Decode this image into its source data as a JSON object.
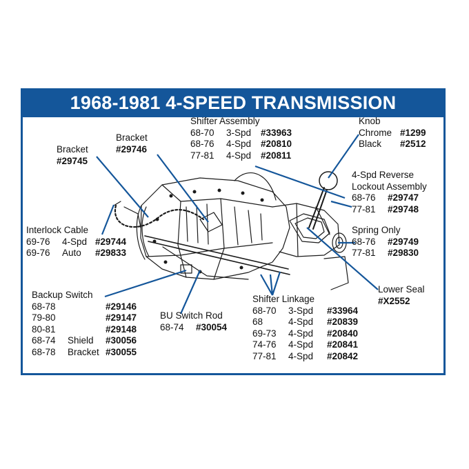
{
  "title": "1968-1981 4-SPEED TRANSMISSION",
  "colors": {
    "frame": "#14569a",
    "leader": "#14569a",
    "ink": "#111111"
  },
  "callouts": {
    "bracket_left": {
      "label": "Bracket",
      "part": "#29745"
    },
    "bracket_mid": {
      "label": "Bracket",
      "part": "#29746"
    },
    "shifter_assembly": {
      "label": "Shifter Assembly",
      "rows": [
        {
          "years": "68-70",
          "type": "3-Spd",
          "part": "#33963"
        },
        {
          "years": "68-76",
          "type": "4-Spd",
          "part": "#20810"
        },
        {
          "years": "77-81",
          "type": "4-Spd",
          "part": "#20811"
        }
      ]
    },
    "knob": {
      "label": "Knob",
      "rows": [
        {
          "type": "Chrome",
          "part": "#1299"
        },
        {
          "type": "Black",
          "part": "#2512"
        }
      ]
    },
    "reverse_lockout": {
      "label_1": "4-Spd Reverse",
      "label_2": "Lockout Assembly",
      "rows": [
        {
          "years": "68-76",
          "part": "#29747"
        },
        {
          "years": "77-81",
          "part": "#29748"
        }
      ]
    },
    "spring": {
      "label": "Spring Only",
      "rows": [
        {
          "years": "68-76",
          "part": "#29749"
        },
        {
          "years": "77-81",
          "part": "#29830"
        }
      ]
    },
    "interlock_cable": {
      "label": "Interlock Cable",
      "rows": [
        {
          "years": "69-76",
          "type": "4-Spd",
          "part": "#29744"
        },
        {
          "years": "69-76",
          "type": "Auto",
          "part": "#29833"
        }
      ]
    },
    "lower_seal": {
      "label": "Lower Seal",
      "part": "#X2552"
    },
    "backup_switch": {
      "label": "Backup Switch",
      "rows": [
        {
          "years": "68-78",
          "type": "",
          "part": "#29146"
        },
        {
          "years": "79-80",
          "type": "",
          "part": "#29147"
        },
        {
          "years": "80-81",
          "type": "",
          "part": "#29148"
        },
        {
          "years": "68-74",
          "type": "Shield",
          "part": "#30056"
        },
        {
          "years": "68-78",
          "type": "Bracket",
          "part": "#30055"
        }
      ]
    },
    "bu_switch_rod": {
      "label": "BU Switch Rod",
      "years": "68-74",
      "part": "#30054"
    },
    "shifter_linkage": {
      "label": "Shifter Linkage",
      "rows": [
        {
          "years": "68-70",
          "type": "3-Spd",
          "part": "#33964"
        },
        {
          "years": "68",
          "type": "4-Spd",
          "part": "#20839"
        },
        {
          "years": "69-73",
          "type": "4-Spd",
          "part": "#20840"
        },
        {
          "years": "74-76",
          "type": "4-Spd",
          "part": "#20841"
        },
        {
          "years": "77-81",
          "type": "4-Spd",
          "part": "#20842"
        }
      ]
    }
  }
}
